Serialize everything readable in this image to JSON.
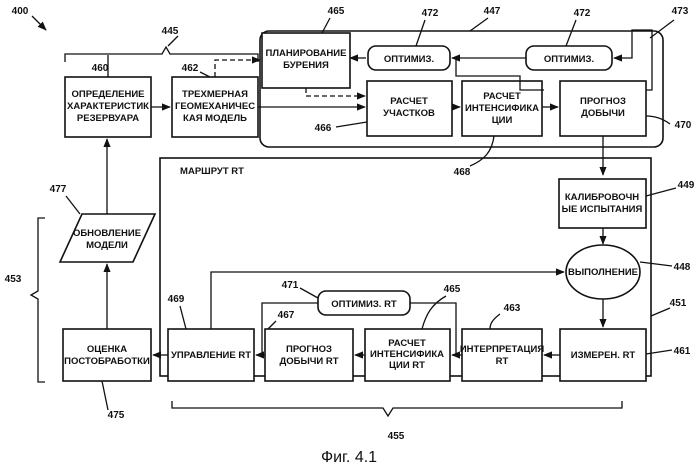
{
  "figure": {
    "number": "400",
    "caption": "Фиг. 4.1"
  },
  "blocks": {
    "reservoir": {
      "ref": "460",
      "lines": [
        "ОПРЕДЕЛЕНИЕ",
        "ХАРАКТЕРИСТИК",
        "РЕЗЕРВУАРА"
      ]
    },
    "geomech": {
      "ref": "462",
      "lines": [
        "ТРЕХМЕРНАЯ",
        "ГЕОМЕХАНИЧЕС",
        "КАЯ МОДЕЛЬ"
      ]
    },
    "drilling_plan": {
      "ref": "465",
      "lines": [
        "ПЛАНИРОВАНИЕ",
        "БУРЕНИЯ"
      ]
    },
    "optim_1": {
      "ref": "472",
      "lines": [
        "ОПТИМИЗ."
      ]
    },
    "optim_2": {
      "ref": "472",
      "lines": [
        "ОПТИМИЗ."
      ]
    },
    "sections_calc": {
      "ref": "466",
      "lines": [
        "РАСЧЕТ",
        "УЧАСТКОВ"
      ]
    },
    "stim_calc": {
      "ref": "468",
      "lines": [
        "РАСЧЕТ",
        "ИНТЕНСИФИКА",
        "ЦИИ"
      ]
    },
    "prod_forecast": {
      "ref": "470",
      "lines": [
        "ПРОГНОЗ",
        "ДОБЫЧИ"
      ]
    },
    "calibration": {
      "ref": "449",
      "lines": [
        "КАЛИБРОВОЧН",
        "ЫЕ ИСПЫТАНИЯ"
      ]
    },
    "execution": {
      "ref": "448",
      "lines": [
        "ВЫПОЛНЕНИЕ"
      ]
    },
    "model_update": {
      "ref": "477",
      "lines": [
        "ОБНОВЛЕНИЕ",
        "МОДЕЛИ"
      ]
    },
    "post_eval": {
      "ref": "475",
      "lines": [
        "ОЦЕНКА",
        "ПОСТОБРАБОТКИ"
      ]
    },
    "rt_control": {
      "ref": "469",
      "lines": [
        "УПРАВЛЕНИЕ RT"
      ]
    },
    "rt_forecast": {
      "ref": "467",
      "lines": [
        "ПРОГНОЗ",
        "ДОБЫЧИ RT"
      ]
    },
    "rt_optim": {
      "ref": "471",
      "lines": [
        "ОПТИМИЗ. RT"
      ]
    },
    "rt_stim_calc": {
      "ref": "465",
      "lines": [
        "РАСЧЕТ",
        "ИНТЕНСИФИКА",
        "ЦИИ RT"
      ]
    },
    "rt_interp": {
      "ref": "463",
      "lines": [
        "ИНТЕРПРЕТАЦИЯ",
        "RT"
      ]
    },
    "rt_measure": {
      "ref": "461",
      "lines": [
        "ИЗМЕРЕН. RT"
      ]
    }
  },
  "groups": {
    "top_bracket": {
      "ref": "445"
    },
    "top_frame": {
      "ref": "447"
    },
    "feedback": {
      "ref": "473"
    },
    "rt_route": {
      "ref": "451",
      "title": "МАРШРУТ RT"
    },
    "left_bracket": {
      "ref": "453"
    },
    "bottom_bracket": {
      "ref": "455"
    }
  }
}
